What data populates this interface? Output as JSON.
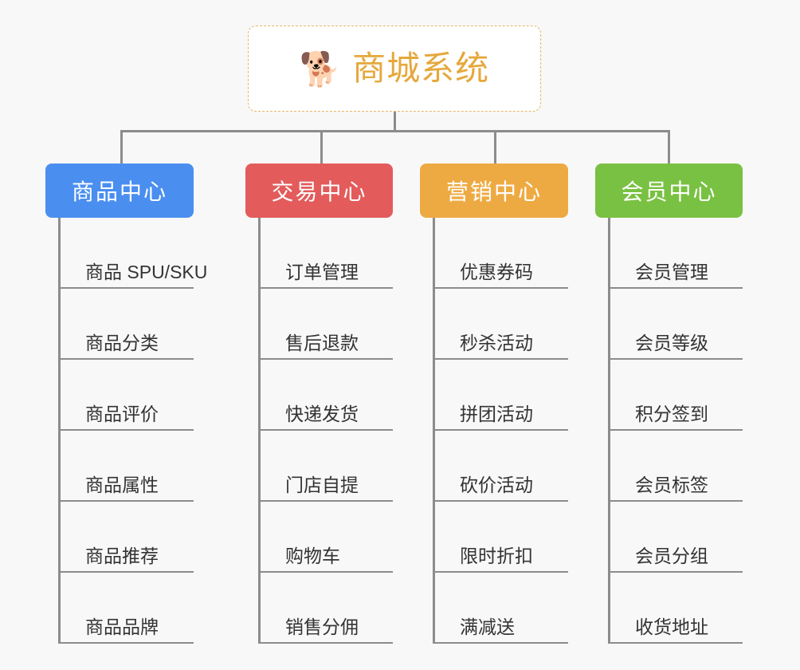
{
  "page": {
    "background_color": "#f8f8f8",
    "connector_color": "#8c8c8c"
  },
  "root": {
    "icon": "shiba-dog-emoji",
    "emoji": "🐕",
    "title": "商城系统",
    "title_color": "#e5a83c",
    "border_color": "#eab464",
    "background_color": "#ffffff"
  },
  "categories": [
    {
      "label": "商品中心",
      "color": "#4a8ef0",
      "key": "product-center",
      "items": [
        "商品 SPU/SKU",
        "商品分类",
        "商品评价",
        "商品属性",
        "商品推荐",
        "商品品牌"
      ]
    },
    {
      "label": "交易中心",
      "color": "#e35b5b",
      "key": "trade-center",
      "items": [
        "订单管理",
        "售后退款",
        "快递发货",
        "门店自提",
        "购物车",
        "销售分佣"
      ]
    },
    {
      "label": "营销中心",
      "color": "#eeaa42",
      "key": "marketing-center",
      "items": [
        "优惠券码",
        "秒杀活动",
        "拼团活动",
        "砍价活动",
        "限时折扣",
        "满减送"
      ]
    },
    {
      "label": "会员中心",
      "color": "#79c142",
      "key": "member-center",
      "items": [
        "会员管理",
        "会员等级",
        "积分签到",
        "会员标签",
        "会员分组",
        "收货地址"
      ]
    }
  ]
}
